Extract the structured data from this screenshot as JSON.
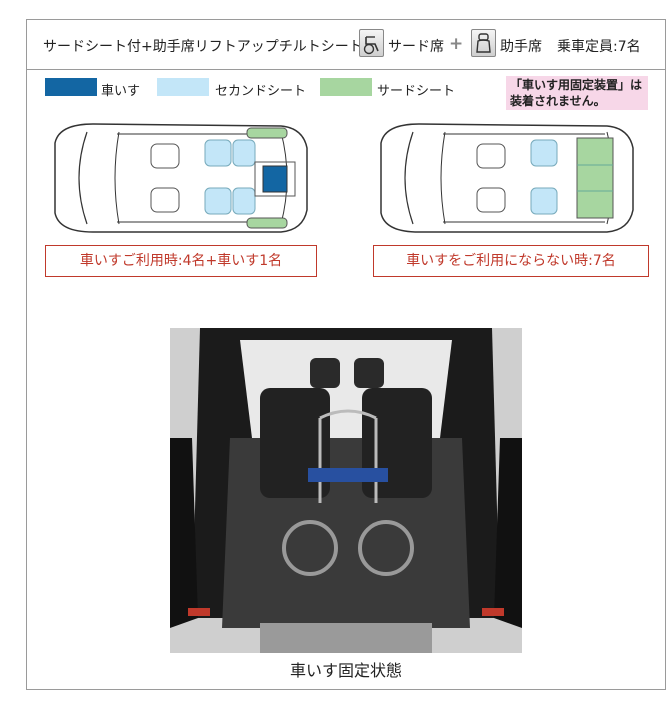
{
  "header": {
    "title": "サードシート付+助手席リフトアップチルトシート",
    "third_seat_label": "サード席",
    "plus": "+",
    "passenger_seat_label": "助手席",
    "capacity": "乗車定員:7名"
  },
  "legend": [
    {
      "label": "車いす",
      "color": "#1366a3"
    },
    {
      "label": "セカンドシート",
      "color": "#c3e6f8"
    },
    {
      "label": "サードシート",
      "color": "#a7d6a0"
    }
  ],
  "notice": "「車いす用固定装置」は装着されません。",
  "layouts": {
    "left_caption": "車いすご利用時:4名+車いす1名",
    "right_caption": "車いすをご利用にならない時:7名"
  },
  "photo": {
    "caption": "車いす固定状態"
  },
  "colors": {
    "border": "#9a9a9a",
    "caption_red": "#c0392b",
    "notice_pink": "#f7d7e8"
  }
}
